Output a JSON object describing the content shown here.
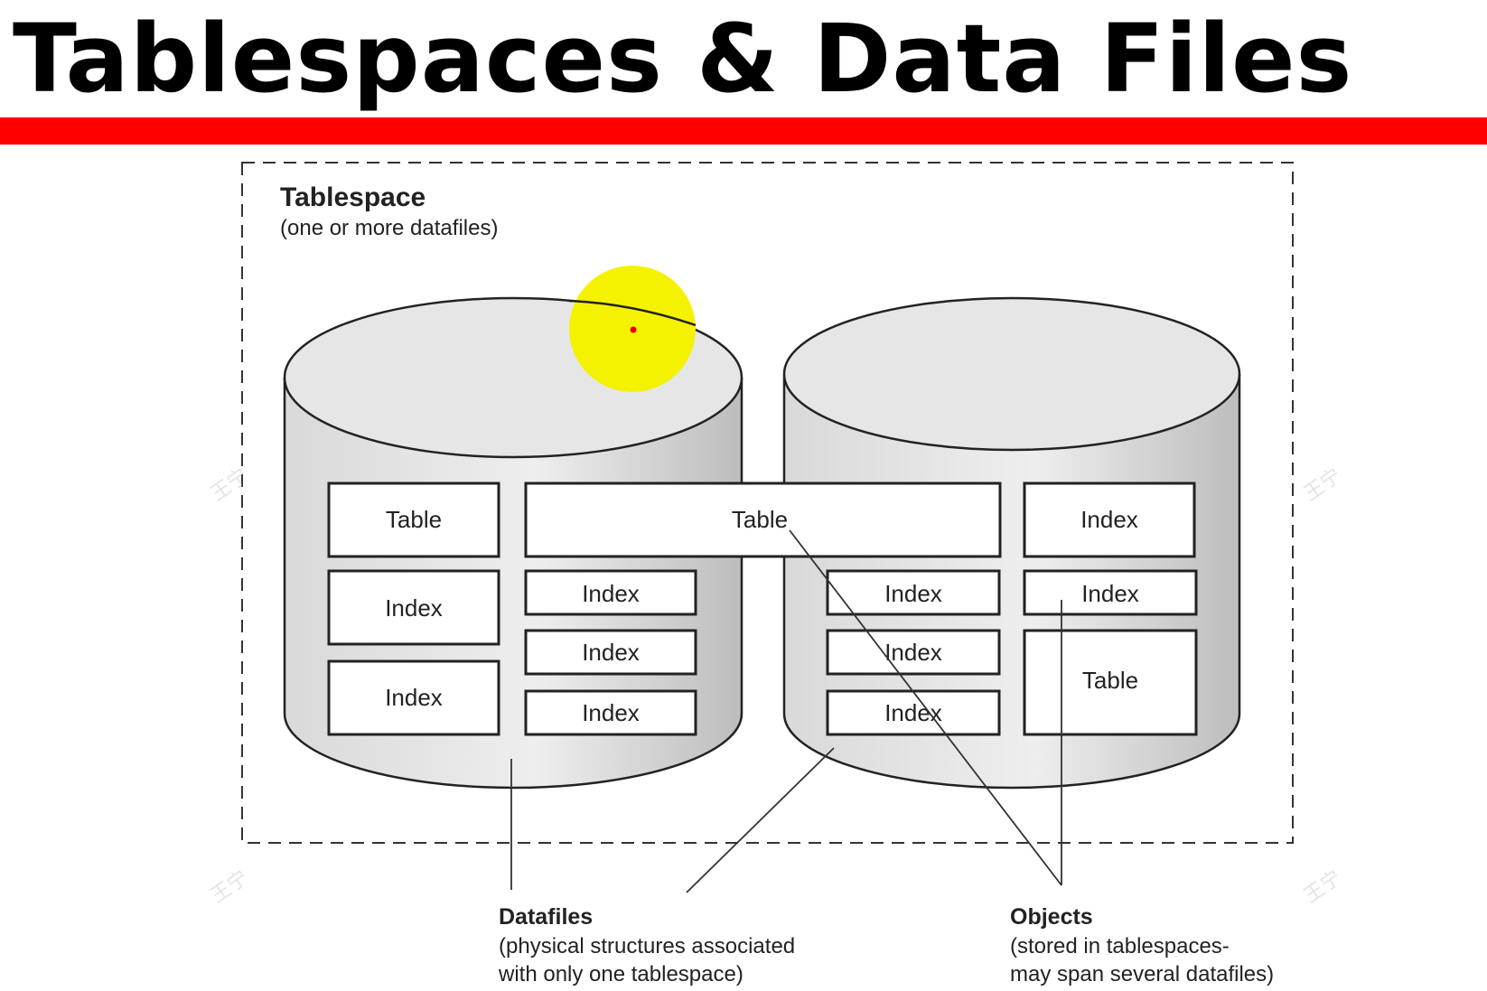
{
  "title": "Tablespaces & Data Files",
  "colors": {
    "accent_bar": "#ff0000",
    "highlight": "#f5f200",
    "cursor_dot": "#e00000",
    "cylinder_fill": "#e4e4e4",
    "cylinder_side": "#d2d2d2",
    "box_fill": "#ffffff",
    "stroke": "#222222"
  },
  "tablespace": {
    "label": "Tablespace",
    "sublabel": "(one or more datafiles)"
  },
  "objects": {
    "left_table": "Table",
    "left_index_1": "Index",
    "left_index_2": "Index",
    "spanning_table": "Table",
    "mid_index_1": "Index",
    "mid_index_2": "Index",
    "mid_index_3": "Index",
    "right_index_1": "Index",
    "right_index_2": "Index",
    "right_index_3": "Index",
    "right_index_top": "Index",
    "right_index_small": "Index",
    "right_table": "Table"
  },
  "annotations": {
    "datafiles_title": "Datafiles",
    "datafiles_line1": "(physical structures associated",
    "datafiles_line2": "with only one tablespace)",
    "objects_title": "Objects",
    "objects_line1": "(stored in tablespaces-",
    "objects_line2": "may span several datafiles)"
  },
  "watermark": "王宁"
}
